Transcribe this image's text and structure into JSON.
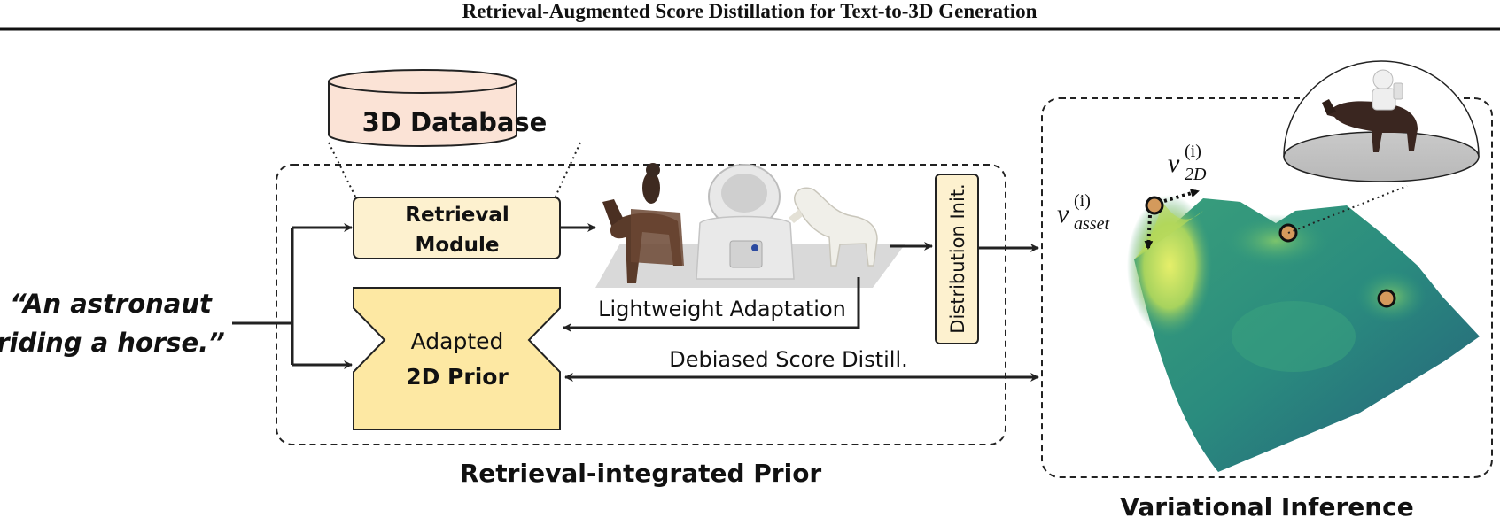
{
  "header": {
    "title": "Retrieval-Augmented Score Distillation for Text-to-3D Generation"
  },
  "prompt": {
    "line1": "“An astronaut",
    "line2": "riding a horse.”"
  },
  "database": {
    "label": "3D Database"
  },
  "retrieval_module": {
    "line1": "Retrieval",
    "line2": "Module"
  },
  "prior": {
    "line1": "Adapted",
    "line2": "2D Prior"
  },
  "distribution_init": {
    "label": "Distribution Init."
  },
  "arrows": {
    "lightweight": "Lightweight Adaptation",
    "debiased": "Debiased Score Distill."
  },
  "groups": {
    "retrieval_prior": "Retrieval-integrated Prior",
    "variational": "Variational Inference"
  },
  "math": {
    "v_asset_base": "v",
    "v_asset_sup": "(i)",
    "v_asset_sub": "asset",
    "v_2d_base": "v",
    "v_2d_sup": "(i)",
    "v_2d_sub": "2D"
  },
  "colors": {
    "database_fill": "#fbe3d6",
    "module_fill": "#fdf1cf",
    "prior_fill": "#fde8a3",
    "particle_fill": "#d49a5c",
    "surface_low": "#1f5f78",
    "surface_mid": "#2c8f7b",
    "surface_high": "#c9e05a"
  },
  "icons": {
    "horse_rider": "horse-rider-model",
    "astronaut": "astronaut-model",
    "white_horse": "white-horse-model",
    "dome_render": "astronaut-riding-horse-render"
  }
}
